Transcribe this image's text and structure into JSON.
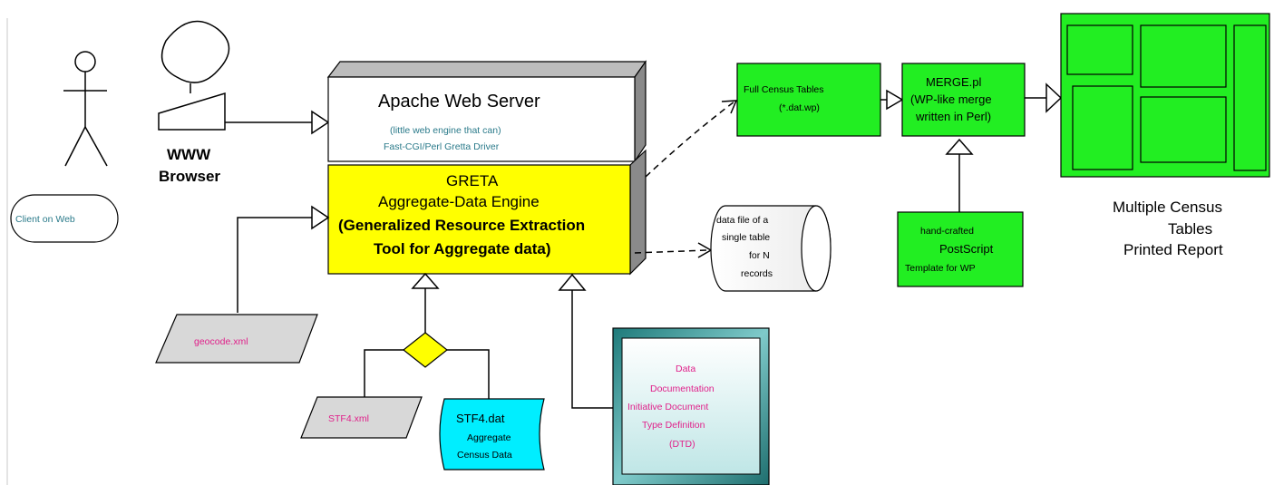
{
  "actor": {
    "label": "Client on Web"
  },
  "browser": {
    "line1": "WWW",
    "line2": "Browser"
  },
  "apache": {
    "title": "Apache Web Server",
    "sub1": "(little web engine that can)",
    "sub2": "Fast-CGI/Perl Gretta Driver"
  },
  "greta": {
    "line1": "GRETA",
    "line2": "Aggregate-Data Engine",
    "line3": "(Generalized Resource Extraction",
    "line4": "Tool for Aggregate data)"
  },
  "datafile": {
    "line1": "data file of a",
    "line2": "single table",
    "line3": "for N",
    "line4": "records"
  },
  "full_census": {
    "line1": "Full Census Tables",
    "line2": "(*.dat.wp)"
  },
  "merge": {
    "line1": "MERGE.pl",
    "line2": "(WP-like merge",
    "line3": "written in Perl)"
  },
  "postscript": {
    "line1": "hand-crafted",
    "line2": "PostScript",
    "line3": "Template for WP"
  },
  "report": {
    "line1": "Multiple Census",
    "line2": "Tables",
    "line3": "Printed Report"
  },
  "geocode": {
    "label": "geocode.xml"
  },
  "stf4xml": {
    "label": "STF4.xml"
  },
  "stf4dat": {
    "line1": "STF4.dat",
    "line2": "Aggregate",
    "line3": "Census Data"
  },
  "dtd": {
    "line1": "Data",
    "line2": "Documentation",
    "line3": "Initiative Document",
    "line4": "Type Definition",
    "line5": "(DTD)"
  },
  "colors": {
    "green": "#22ee22",
    "yellow": "#ffff00",
    "cyan": "#00eeff",
    "teal": "#2a8c8c",
    "gray": "#d8d8d8",
    "text_teal": "#2a7a8a",
    "text_magenta": "#e0208a"
  }
}
